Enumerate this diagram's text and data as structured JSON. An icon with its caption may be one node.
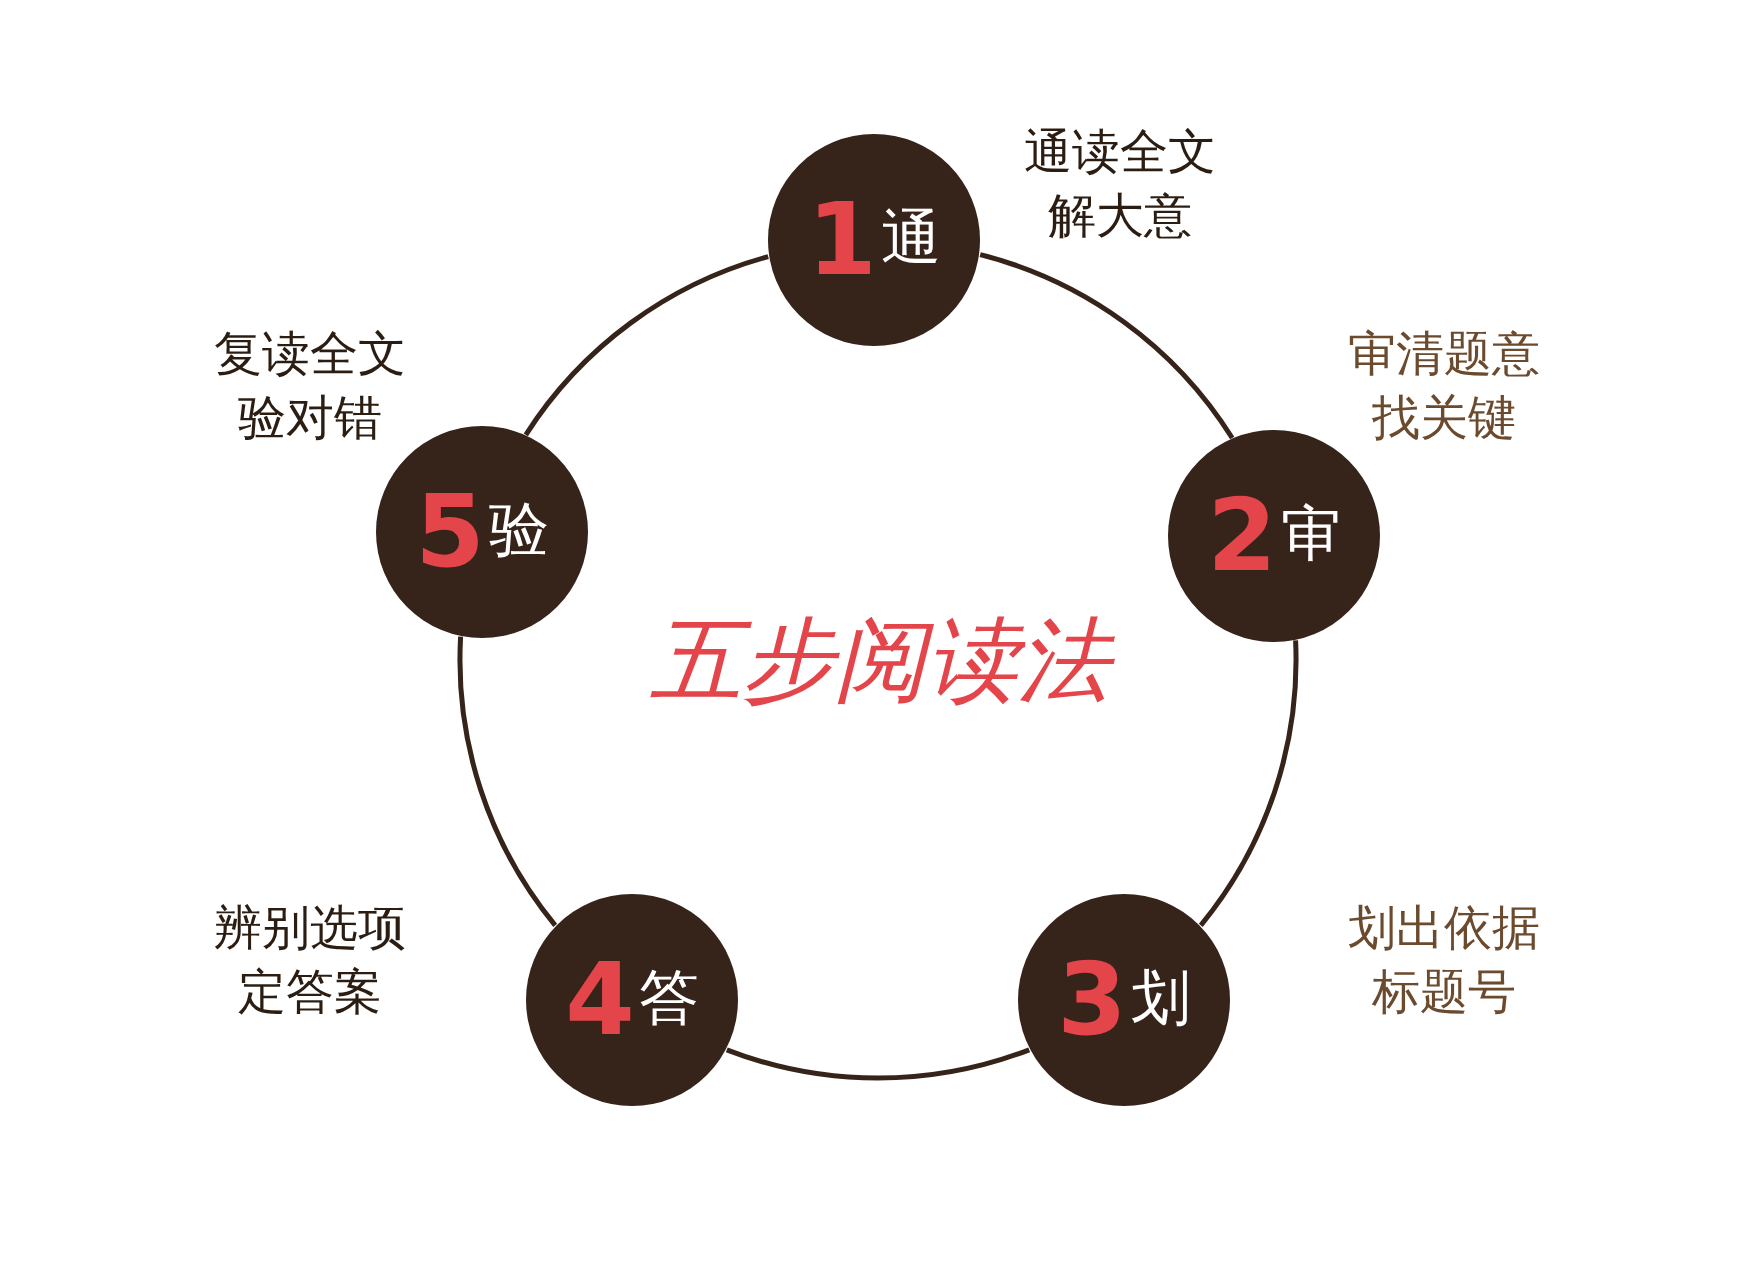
{
  "diagram": {
    "title": "五步阅读法",
    "nodes": [
      {
        "text": [
          "1",
          "通"
        ],
        "beside": [
          "通读全文解大意"
        ]
      },
      {
        "text": [
          "2",
          "审"
        ],
        "beside": [
          "审清题意找关键"
        ]
      },
      {
        "text": [
          "3",
          "划"
        ],
        "beside": [
          "划出依据标题号"
        ]
      },
      {
        "text": [
          "4",
          "答"
        ],
        "beside": [
          "辨别选项定答案"
        ]
      },
      {
        "text": [
          "5",
          "验"
        ],
        "beside": [
          "复读全文验对错"
        ]
      }
    ],
    "edges": [
      {
        "from": 0,
        "to": 1,
        "arrow": "none"
      },
      {
        "from": 1,
        "to": 2,
        "arrow": "none"
      },
      {
        "from": 2,
        "to": 3,
        "arrow": "none"
      },
      {
        "from": 3,
        "to": 4,
        "arrow": "none"
      },
      {
        "from": 4,
        "to": 0,
        "arrow": "none"
      }
    ]
  }
}
